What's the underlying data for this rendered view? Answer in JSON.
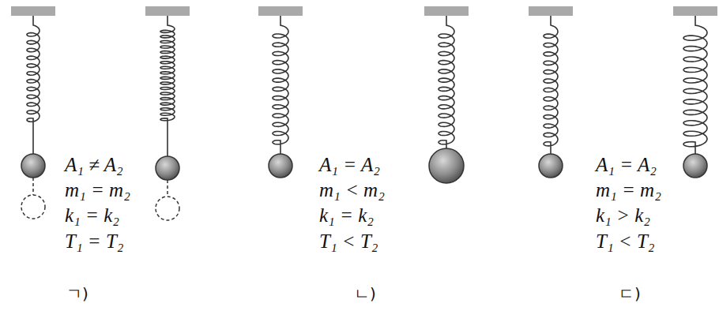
{
  "diagram": {
    "labels": [
      "A₁ ≠ A₂",
      "m₁ = m₂",
      "k₁ = k₂",
      "T₁ = T₂",
      "ㄱ)",
      "A₁ = A₂",
      "m₁ < m₂",
      "k₁ = k₂",
      "T₁ < T₂",
      "ㄴ)",
      "A₁ = A₂",
      "m₁ = m₂",
      "k₁ > k₂",
      "T₁ < T₂",
      "ㄷ)"
    ]
  }
}
